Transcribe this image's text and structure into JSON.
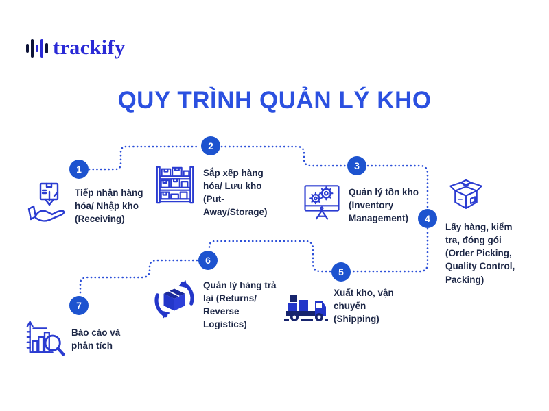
{
  "logo": {
    "text": "trackify",
    "icon": "equalizer-bars-icon"
  },
  "title": "QUY TRÌNH QUẢN LÝ KHO",
  "colors": {
    "title_blue": "#2b50e0",
    "circle_blue": "#1d53cf",
    "connector_blue": "#2b4fd8",
    "icon_stroke_blue": "#2b3cd1",
    "dark_navy_text": "#1d2746",
    "logo_blue": "#2a2ad6",
    "logo_dark": "#0d1338"
  },
  "steps": [
    {
      "number": "1",
      "label": "Tiếp nhận hàng hóa/ Nhập kho (Receiving)",
      "icon": "receiving-hand-box-icon"
    },
    {
      "number": "2",
      "label": "Sắp xếp hàng hóa/ Lưu kho (Put-Away/Storage)",
      "icon": "storage-shelf-icon"
    },
    {
      "number": "3",
      "label": "Quản lý tồn kho (Inventory Management)",
      "icon": "inventory-monitor-gears-icon"
    },
    {
      "number": "4",
      "label": "Lấy hàng, kiểm tra, đóng gói (Order Picking, Quality Control, Packing)",
      "icon": "open-box-icon"
    },
    {
      "number": "5",
      "label": "Xuất kho, vận chuyển (Shipping)",
      "icon": "shipping-truck-icon"
    },
    {
      "number": "6",
      "label": "Quản lý hàng trả lại (Returns/ Reverse Logistics)",
      "icon": "returns-reverse-logistics-icon"
    },
    {
      "number": "7",
      "label": "Báo cáo và phân tích",
      "icon": "report-analytics-icon"
    }
  ]
}
